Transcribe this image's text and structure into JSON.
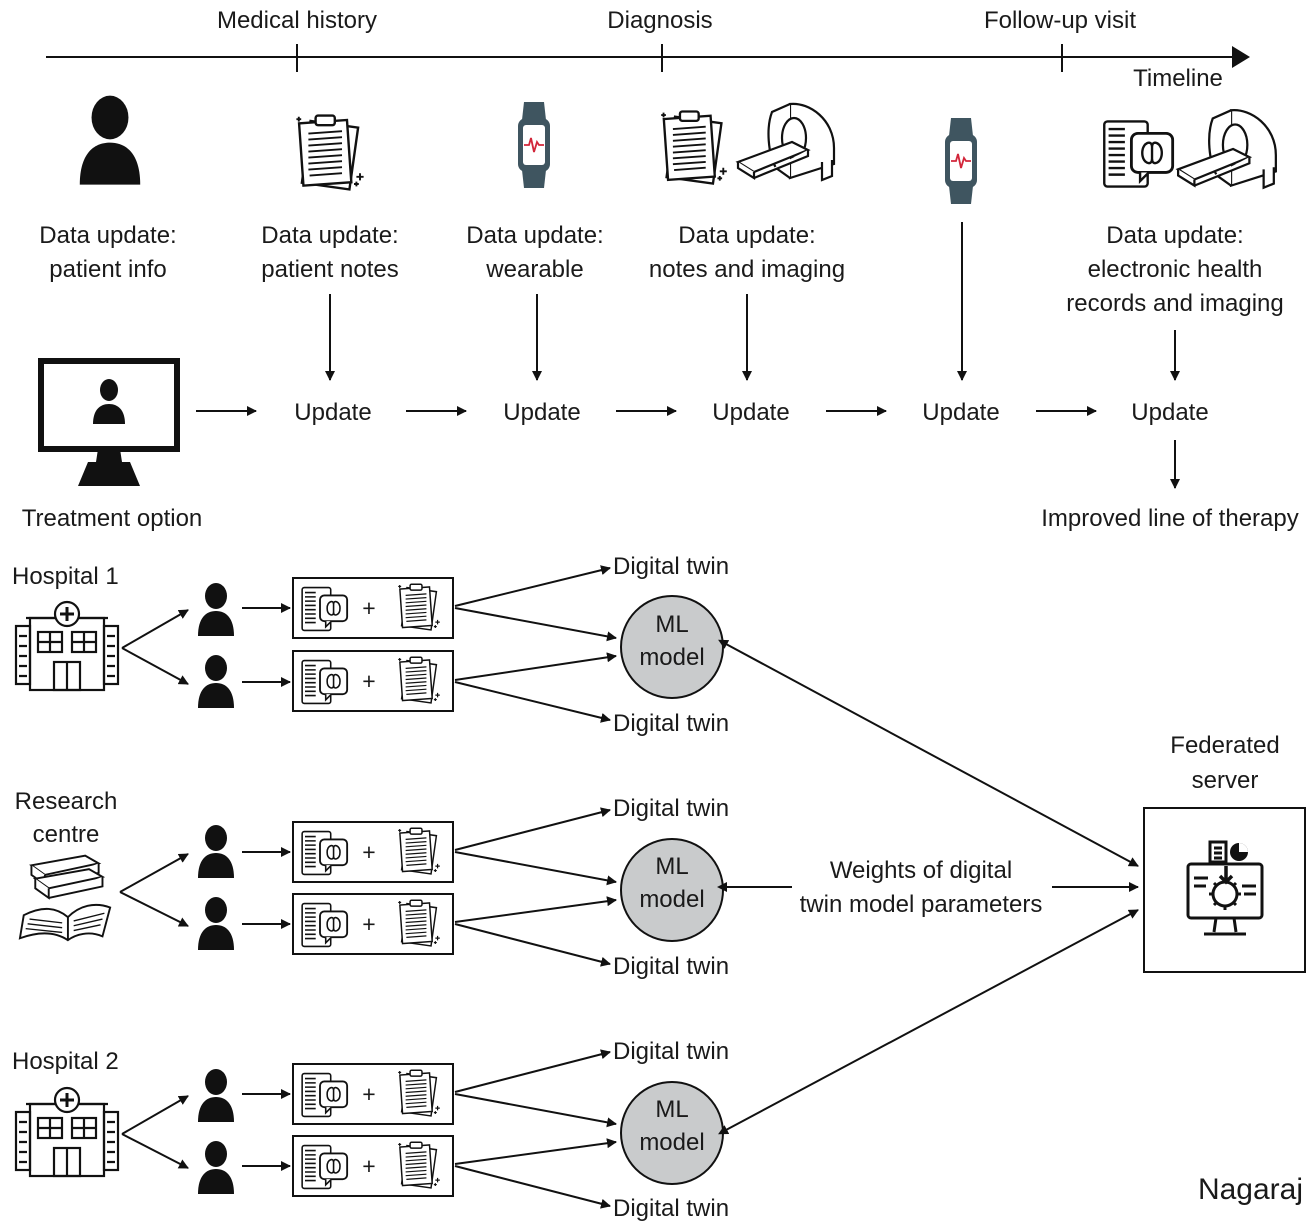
{
  "timeline": {
    "label": "Timeline",
    "milestones": [
      "Medical history",
      "Diagnosis",
      "Follow-up visit"
    ]
  },
  "data_updates": [
    [
      "Data update:",
      "patient info"
    ],
    [
      "Data update:",
      "patient notes"
    ],
    [
      "Data update:",
      "wearable"
    ],
    [
      "Data update:",
      "notes and imaging"
    ],
    [
      "Data update:",
      "electronic health",
      "records and imaging"
    ]
  ],
  "update_label": "Update",
  "treatment_label": "Treatment option",
  "therapy_label": "Improved line of therapy",
  "sites": {
    "hospital1": "Hospital 1",
    "research": [
      "Research",
      "centre"
    ],
    "hospital2": "Hospital 2"
  },
  "plus": "+",
  "digital_twin": "Digital twin",
  "ml_model": [
    "ML",
    "model"
  ],
  "federated": [
    "Federated",
    "server"
  ],
  "weights": [
    "Weights of digital",
    "twin model parameters"
  ],
  "credit": "Nagaraj",
  "colors": {
    "ml_fill": "#c9cbcc",
    "watch_band": "#3f5560",
    "watch_pulse": "#d2263a",
    "ink": "#111111"
  }
}
